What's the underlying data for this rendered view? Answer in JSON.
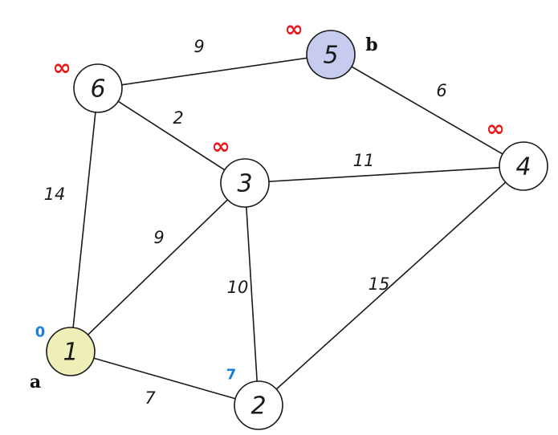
{
  "colors": {
    "edge": "#1a1a1a",
    "node_default_fill": "#ffffff",
    "node_source_fill": "#eef0b8",
    "node_target_fill": "#c7cbf0",
    "infinity": "#e8191c",
    "known_distance": "#1a7fd6"
  },
  "nodes": [
    {
      "id": "1",
      "label": "1",
      "dist": "0",
      "dist_kind": "known",
      "tag": "a",
      "fill_key": "node_source_fill"
    },
    {
      "id": "2",
      "label": "2",
      "dist": "7",
      "dist_kind": "known",
      "tag": "",
      "fill_key": "node_default_fill"
    },
    {
      "id": "3",
      "label": "3",
      "dist": "∞",
      "dist_kind": "infinity",
      "tag": "",
      "fill_key": "node_default_fill"
    },
    {
      "id": "4",
      "label": "4",
      "dist": "∞",
      "dist_kind": "infinity",
      "tag": "",
      "fill_key": "node_default_fill"
    },
    {
      "id": "5",
      "label": "5",
      "dist": "∞",
      "dist_kind": "infinity",
      "tag": "b",
      "fill_key": "node_target_fill"
    },
    {
      "id": "6",
      "label": "6",
      "dist": "∞",
      "dist_kind": "infinity",
      "tag": "",
      "fill_key": "node_default_fill"
    }
  ],
  "edges": [
    {
      "from": "6",
      "to": "5",
      "weight": "9"
    },
    {
      "from": "5",
      "to": "4",
      "weight": "6"
    },
    {
      "from": "6",
      "to": "3",
      "weight": "2"
    },
    {
      "from": "6",
      "to": "1",
      "weight": "14"
    },
    {
      "from": "3",
      "to": "4",
      "weight": "11"
    },
    {
      "from": "1",
      "to": "3",
      "weight": "9"
    },
    {
      "from": "3",
      "to": "2",
      "weight": "10"
    },
    {
      "from": "4",
      "to": "2",
      "weight": "15"
    },
    {
      "from": "1",
      "to": "2",
      "weight": "7"
    }
  ]
}
